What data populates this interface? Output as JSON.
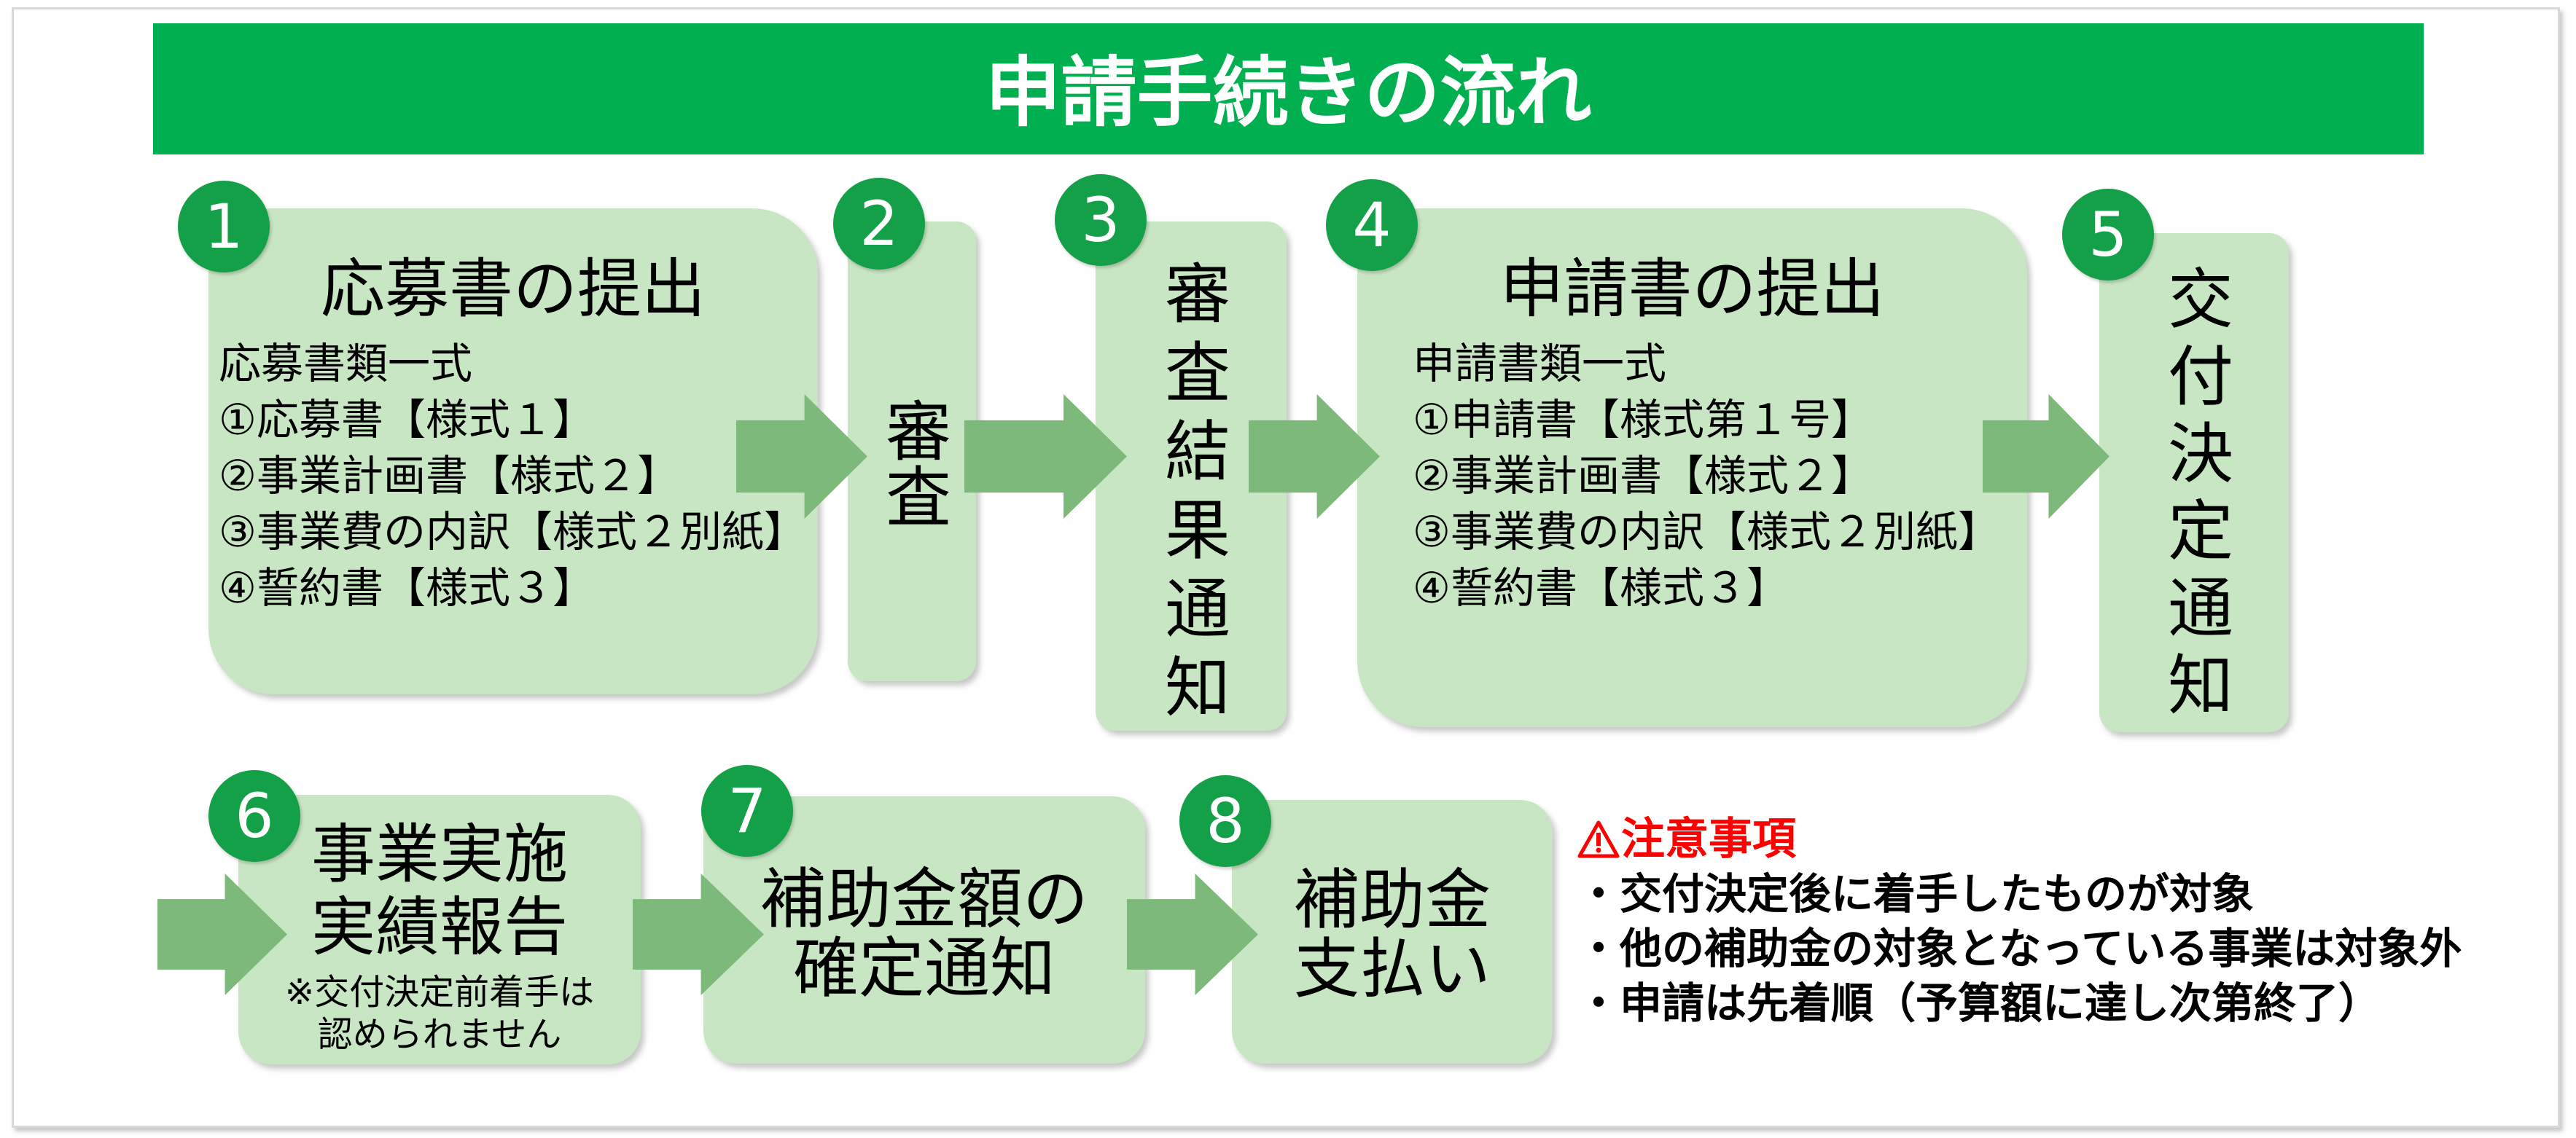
{
  "title": "申請手続きの流れ",
  "steps": [
    {
      "number": "1",
      "title": "応募書の提出",
      "items": [
        "応募書類一式",
        "①応募書【様式１】",
        "②事業計画書【様式２】",
        "③事業費の内訳【様式２別紙】",
        "④誓約書【様式３】"
      ]
    },
    {
      "number": "2",
      "label": "審査"
    },
    {
      "number": "3",
      "label": "審査結果通知"
    },
    {
      "number": "4",
      "title": "申請書の提出",
      "items": [
        "申請書類一式",
        "①申請書【様式第１号】",
        "②事業計画書【様式２】",
        "③事業費の内訳【様式２別紙】",
        "④誓約書【様式３】"
      ]
    },
    {
      "number": "5",
      "label": "交付決定通知"
    },
    {
      "number": "6",
      "lines": [
        "事業実施",
        "実績報告"
      ],
      "note": [
        "※交付決定前着手は",
        "認められません"
      ]
    },
    {
      "number": "7",
      "lines": [
        "補助金額の",
        "確定通知"
      ]
    },
    {
      "number": "8",
      "lines": [
        "補助金",
        "支払い"
      ]
    }
  ],
  "notes": {
    "icon": "warning-icon",
    "heading": "注意事項",
    "items": [
      "・交付決定後に着手したものが対象",
      "・他の補助金の対象となっている事業は対象外",
      "・申請は先着順（予算額に達し次第終了）"
    ]
  },
  "arrows": {
    "icon": "right-arrow-icon"
  },
  "colors": {
    "title_bar": "#00B050",
    "title_text": "#FFFFFF",
    "step_box": "#C8E6C3",
    "number_badge": "#14A048",
    "arrow": "#7DB97B",
    "warning": "#FF0000"
  }
}
